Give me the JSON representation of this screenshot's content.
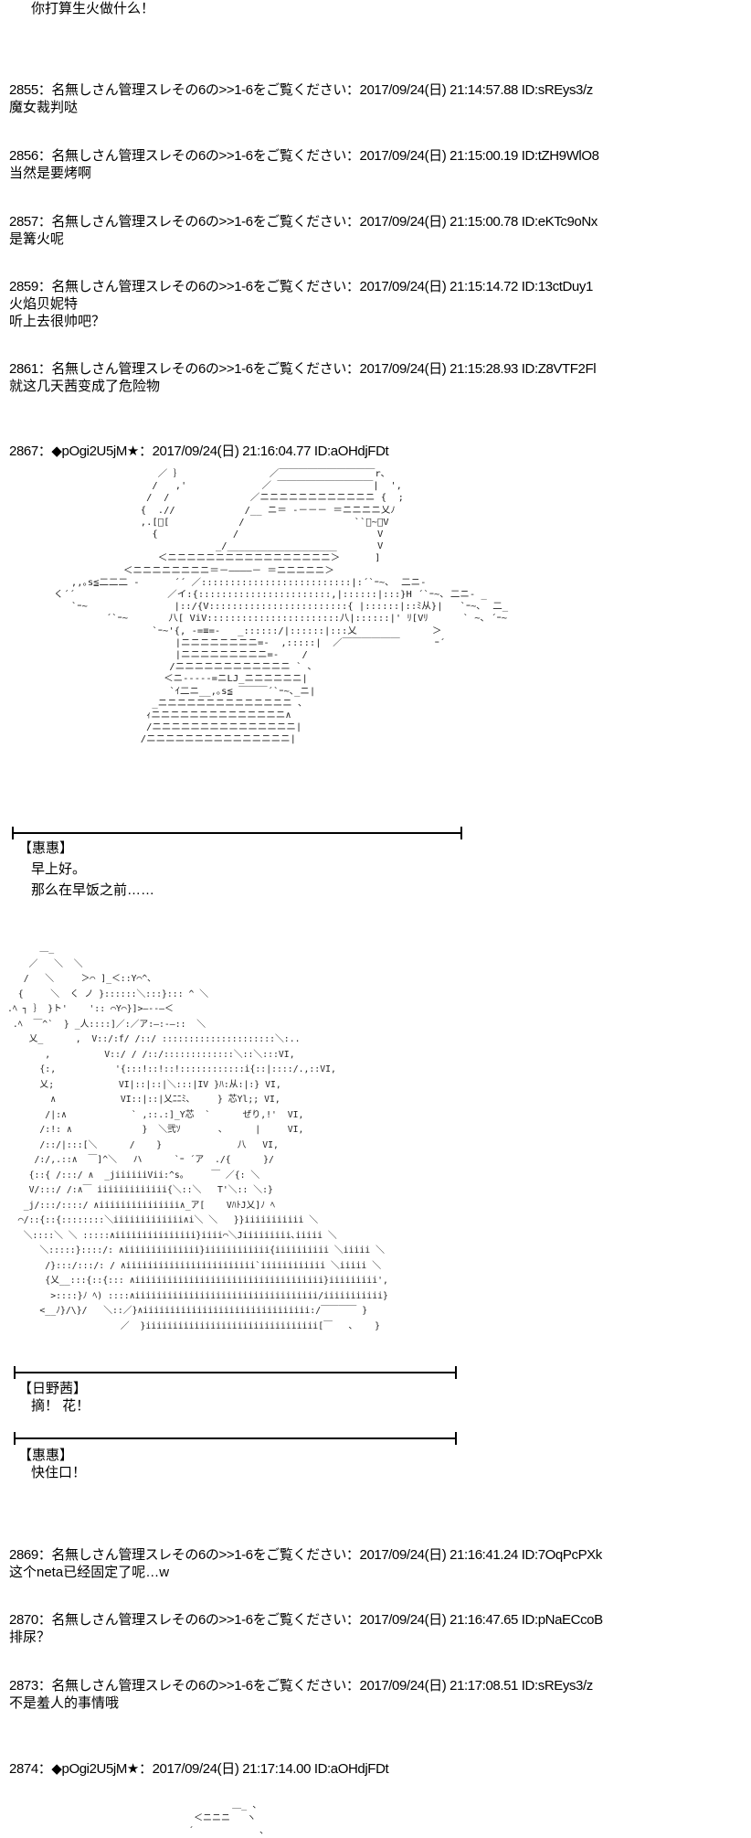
{
  "top_dialogue": "你打算生火做什么！",
  "posts": [
    {
      "header": "2855：名無しさん管理スレその6の>>1-6をご覧ください：2017/09/24(日) 21:14:57.88 ID:sREys3/z",
      "body": [
        "魔女裁判哒"
      ]
    },
    {
      "header": "2856：名無しさん管理スレその6の>>1-6をご覧ください：2017/09/24(日) 21:15:00.19 ID:tZH9WlO8",
      "body": [
        "当然是要烤啊"
      ]
    },
    {
      "header": "2857：名無しさん管理スレその6の>>1-6をご覧ください：2017/09/24(日) 21:15:00.78 ID:eKTc9oNx",
      "body": [
        "是篝火呢"
      ]
    },
    {
      "header": "2859：名無しさん管理スレその6の>>1-6をご覧ください：2017/09/24(日) 21:15:14.72 ID:13ctDuy1",
      "body": [
        "火焰贝妮特",
        "听上去很帅吧？"
      ]
    },
    {
      "header": "2861：名無しさん管理スレその6の>>1-6をご覧ください：2017/09/24(日) 21:15:28.93 ID:Z8VTF2Fl",
      "body": [
        "就这几天茜变成了危险物"
      ]
    },
    {
      "header": "2867：◆pOgi2U5jM★：2017/09/24(日) 21:16:04.77 ID:aOHdjFDt",
      "body": []
    },
    {
      "header": "2869：名無しさん管理スレその6の>>1-6をご覧ください：2017/09/24(日) 21:16:41.24 ID:7OqPcPXk",
      "body": [
        "这个neta已经固定了呢…w"
      ]
    },
    {
      "header": "2870：名無しさん管理スレその6の>>1-6をご覧ください：2017/09/24(日) 21:16:47.65 ID:pNaECcoB",
      "body": [
        "排尿？"
      ]
    },
    {
      "header": "2873：名無しさん管理スレその6の>>1-6をご覧ください：2017/09/24(日) 21:17:08.51 ID:sREys3/z",
      "body": [
        "不是羞人的事情哦"
      ]
    },
    {
      "header": "2874：◆pOgi2U5jM★：2017/09/24(日) 21:17:14.00 ID:aOHdjFDt",
      "body": []
    }
  ],
  "dialogues": [
    {
      "speaker": "【惠惠】",
      "lines": [
        "早上好。",
        "那么在早饭之前……"
      ]
    },
    {
      "speaker": "【日野茜】",
      "lines": [
        "摘！ 花！"
      ]
    },
    {
      "speaker": "【惠惠】",
      "lines": [
        "快住口！"
      ]
    }
  ],
  "ascii_art": {
    "art1": "                     ／ ｝               ／￣￣￣￣￣￣￣￣￣￣r､\n                    /   ,'             ／ ￣￣￣￣￣￣￣￣￣￣|  ',\n                   /  /              ／ニニニニニニニニニニニニ {  ;\n                  {  .//            /__ ニ＝ -－－－ ＝ニニニニ乂ﾉ\n                  ,.[ﾟ[            /                   ``ｰ~､V\n                    {             /                        V\n                               _/___________________       V\n                     ＜ニニニニニニニニニニニニニニニニニ＞      ]\n               ＜ニニニニニニニニ＝－――――－ ＝ニニニニニ＞\n      ,,｡s≦二二二 -      ´´ ／::::::::::::::::::::::::::|:´`ｰ~､  二ニ-\n   く´´                ／イ:{:::::::::::::::::::::::,|::::::|:::}H ´`ｰ~､ 二ニ- _\n      `ｰ~               |::/{V::::::::::::::::::::::::{ |::::::|::ﾐ从}|   `ｰ~､  二_\n            ´`ｰ~       八[ ViV:::::::::::::::::::::::八|::::::|' ﾘ[Vﾘ      ` ~､ ´ｰ~\n                    `ｰ~'{, -=≡=-   _::::::/|::::::|:::乂             ＞\n                        |ニニニニニニニニ=-  ,:::::|  ／￣￣￣￣￣￣      ｰ´\n                        |ニニニニニニニニニ=-    /\n                       /ニニニニニニニニニニニニ ` ､\n                      ＜ニ-----=ニLJ_ニニニニニニ|\n                       `ｲ二ニ__,｡s≦ ￣￣￣´`ｰ~､_ニ|\n                    _ニニニニニニニニニニニニニニ ､\n                   ｨニニニニニニニニニニニニニニ∧\n                   /ニニニニニニニニニニニニニニニ|\n                  /ニニニニニニニニニニニニニニニ|",
    "art2": "      ＿_\n    ／   ＼  ＼\n   /   ＼     ＞⌒ ]_＜::Y⌒^､\n  {     ＼  く ノ }::::::＼:::}::: ^ ＼\n.ﾍ ┐ ｝ }ト'    ':: ⌒Y⌒}]>―--―＜\n .ﾍ  ￣^`  } _人::::]／:／ア:―:-―::  ＼\n    乂_      ,  V::/:f/ /::/ :::::::::::::::::::::＼:..\n       ,          V::/ / /::/:::::::::::::＼::＼:::VI,\n      {:,           '{:::!::!::!::::::::::::i{::|::::/.,::VI,\n      乂;            VI|::|::|＼:::|IV }ﾊ:从:|:} VI,\n        ∧            VI::|::|乂ﾆﾆﾐ､     } 芯Yl;; VI,\n       /|:∧            ` ,::.:]_Y芯  `      ぜり,!'  VI,\n      /:!: ∧             }  ＼弐ｿ       ､      |     VI,\n      /::/|:::[＼      /    }              八   VI,\n     /:/,.::∧  ￣]^＼   ハ      `ｰ ´ア  ./{      }/\n    {::{ /:::/ ∧  _jiiiiiiVii:^s｡     ￣ ／{: ＼\n    V/:::/ /:∧￣ iiiiiiiiiiiii{＼::＼   T'＼:: ＼:}\n   _j/:::/::::/ ∧iiiiiiiiiiiiiii∧_ア[    VﾊﾄJ乂]ﾉ ﾍ\n  ⌒/::{::{::::::::＼iiiiiiiiiiiii∧i＼ ＼   }}iiiiiiiiiii ＼\n   ＼::::＼ ＼ :::::∧iiiiiiiiiiiiiii}iiii⌒＼Jiiiiiiiii､iiiii ＼\n      ＼:::::}::::/: ∧iiiiiiiiiiiiii}iiiiiiiiiiii{iiiiiiiiii ＼iiiii ＼\n       /}:::/:::/: / ∧iiiiiiiiiiiiiiiiiiiiiiii`iiiiiiiiiiii ＼iiiii ＼\n       {乂__:::{::{::: ∧iiiiiiiiiiiiiiiiiiiiiiiiiiiiiiiiiii}iiiiiiiii',\n        >::::}ﾉ ﾍ) ::::∧iiiiiiiiiiiiiiiiiiiiiiiiiiiiiiiiii/iiiiiiiiiii}\n      <__ﾉ}/\\}/   ＼::／}∧iiiiiiiiiiiiiiiiiiiiiiiiiiiiiii:/￣￣￣￣ }\n                     ／  }iiiiiiiiiiiiiiiiiiiiiiiiiiiiiiii[￣   ､    }",
    "art3": "         ＿_ 、\n  ＜ニニニ   ヽ\n ´            ､"
  }
}
